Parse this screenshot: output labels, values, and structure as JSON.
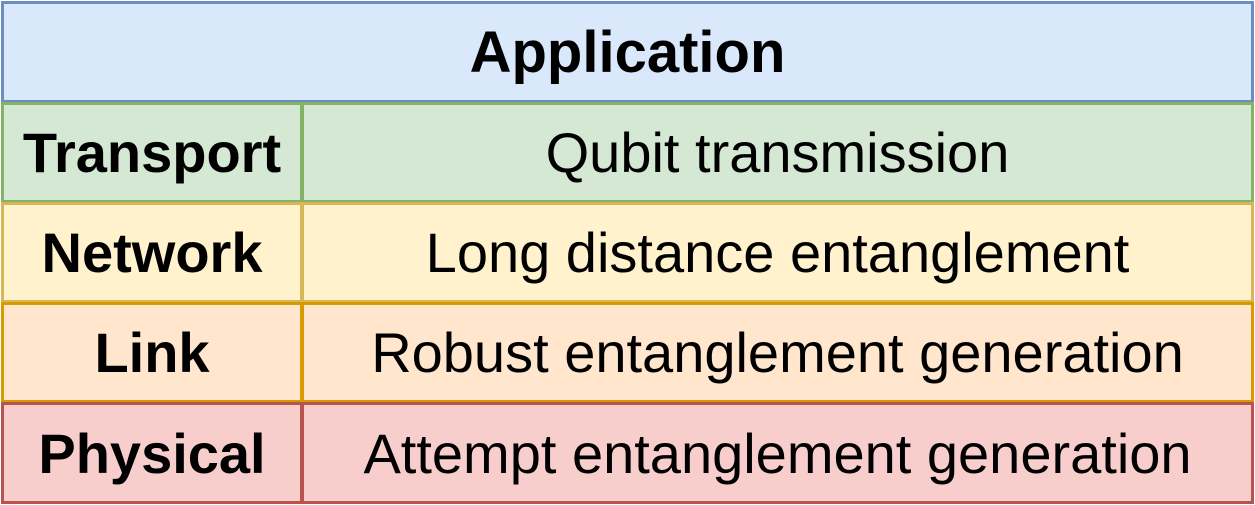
{
  "diagram": {
    "application": {
      "label": "Application",
      "color": "#dae8fc",
      "border": "#6c8ebf"
    },
    "layers": [
      {
        "name": "Transport",
        "description": "Qubit transmission",
        "color": "#d5e8d4",
        "border": "#82b366"
      },
      {
        "name": "Network",
        "description": "Long distance entanglement",
        "color": "#fff2cc",
        "border": "#d6b656"
      },
      {
        "name": "Link",
        "description": "Robust entanglement generation",
        "color": "#ffe6cc",
        "border": "#d79b00"
      },
      {
        "name": "Physical",
        "description": "Attempt entanglement generation",
        "color": "#f8cecc",
        "border": "#b85450"
      }
    ]
  }
}
